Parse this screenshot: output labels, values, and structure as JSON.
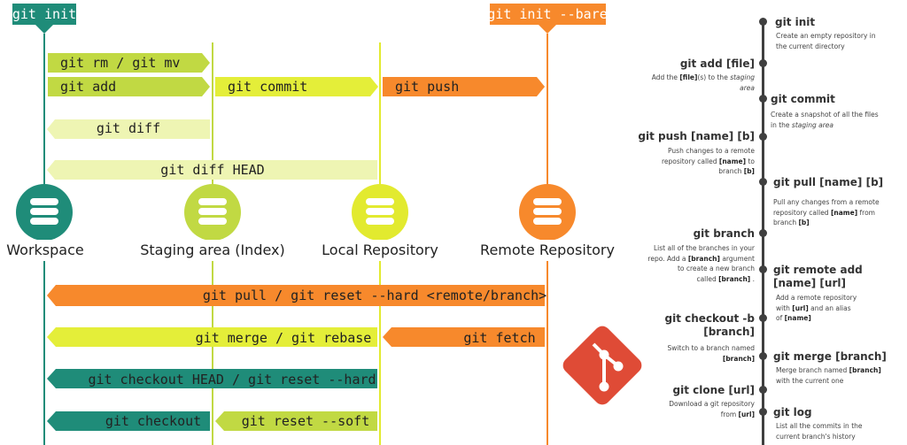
{
  "colors": {
    "workspace": "#1f8c79",
    "staging": "#c1d943",
    "local": "#e2ea2f",
    "remote": "#f7892c",
    "light_green": "#eef5b3",
    "yellow": "#e4ee39",
    "git_logo": "#df4b36",
    "timeline": "#3f3f3f"
  },
  "top_labels": {
    "init": "git init",
    "init_bare": "git init --bare"
  },
  "locations": {
    "workspace": "Workspace",
    "staging": "Staging area (Index)",
    "local": "Local Repository",
    "remote": "Remote Repository"
  },
  "arrows": {
    "rm_mv": "git rm / git mv",
    "add": "git add",
    "commit": "git commit",
    "push": "git push",
    "diff": "git diff",
    "diff_head": "git diff HEAD",
    "pull_reset": "git pull / git reset --hard <remote/branch>",
    "merge_rebase": "git merge / git rebase",
    "fetch": "git fetch",
    "checkout_head": "git checkout HEAD / git reset --hard",
    "checkout": "git checkout",
    "reset_soft": "git reset --soft"
  },
  "timeline": {
    "init_title": "git init",
    "init_desc1": "Create an empty repository in",
    "init_desc2": "the current directory",
    "add_title": "git add [file]",
    "add_d1a": "Add the ",
    "add_d1b": "[file]",
    "add_d1c": "(s) to the ",
    "add_d1d": "staging",
    "add_d2": "area",
    "commit_title": "git commit",
    "commit_desc1": "Create a snapshot of all the files",
    "commit_d2a": "in the ",
    "commit_d2b": "staging area",
    "push_title": "git push [name] [b]",
    "push_d1": "Push changes to a remote",
    "push_d2a": "repository called ",
    "push_d2b": "[name]",
    "push_d2c": " to",
    "push_d3a": "branch ",
    "push_d3b": "[b]",
    "pull_title": "git pull [name] [b]",
    "pull_d1": "Pull any changes from a remote",
    "pull_d2a": "repository called ",
    "pull_d2b": "[name]",
    "pull_d2c": " from",
    "pull_d3a": "branch ",
    "pull_d3b": "[b]",
    "branch_title": "git branch",
    "branch_d1": "List all of the branches in your",
    "branch_d2a": "repo. Add a ",
    "branch_d2b": "[branch]",
    "branch_d2c": " argument",
    "branch_d3": "to create a new branch",
    "branch_d4a": "called ",
    "branch_d4b": "[branch]",
    "branch_d4c": " .",
    "remote_title1": "git remote add",
    "remote_title2": "[name] [url]",
    "remote_d1": "Add a remote repository",
    "remote_d2a": "with ",
    "remote_d2b": "[url]",
    "remote_d2c": " and an alias",
    "remote_d3a": "of ",
    "remote_d3b": "[name]",
    "checkout_title1": "git checkout -b",
    "checkout_title2": "[branch]",
    "checkout_d1": "Switch to a branch named",
    "checkout_d2": "[branch]",
    "merge_title": "git merge  [branch]",
    "merge_d1a": "Merge branch named ",
    "merge_d1b": "[branch]",
    "merge_d2": "with the current one",
    "clone_title": "git clone  [url]",
    "clone_d1": "Download a git repository",
    "clone_d2a": "from ",
    "clone_d2b": "[url]",
    "log_title": "git log",
    "log_d1": "List all the commits in the",
    "log_d2": "current branch's history"
  }
}
